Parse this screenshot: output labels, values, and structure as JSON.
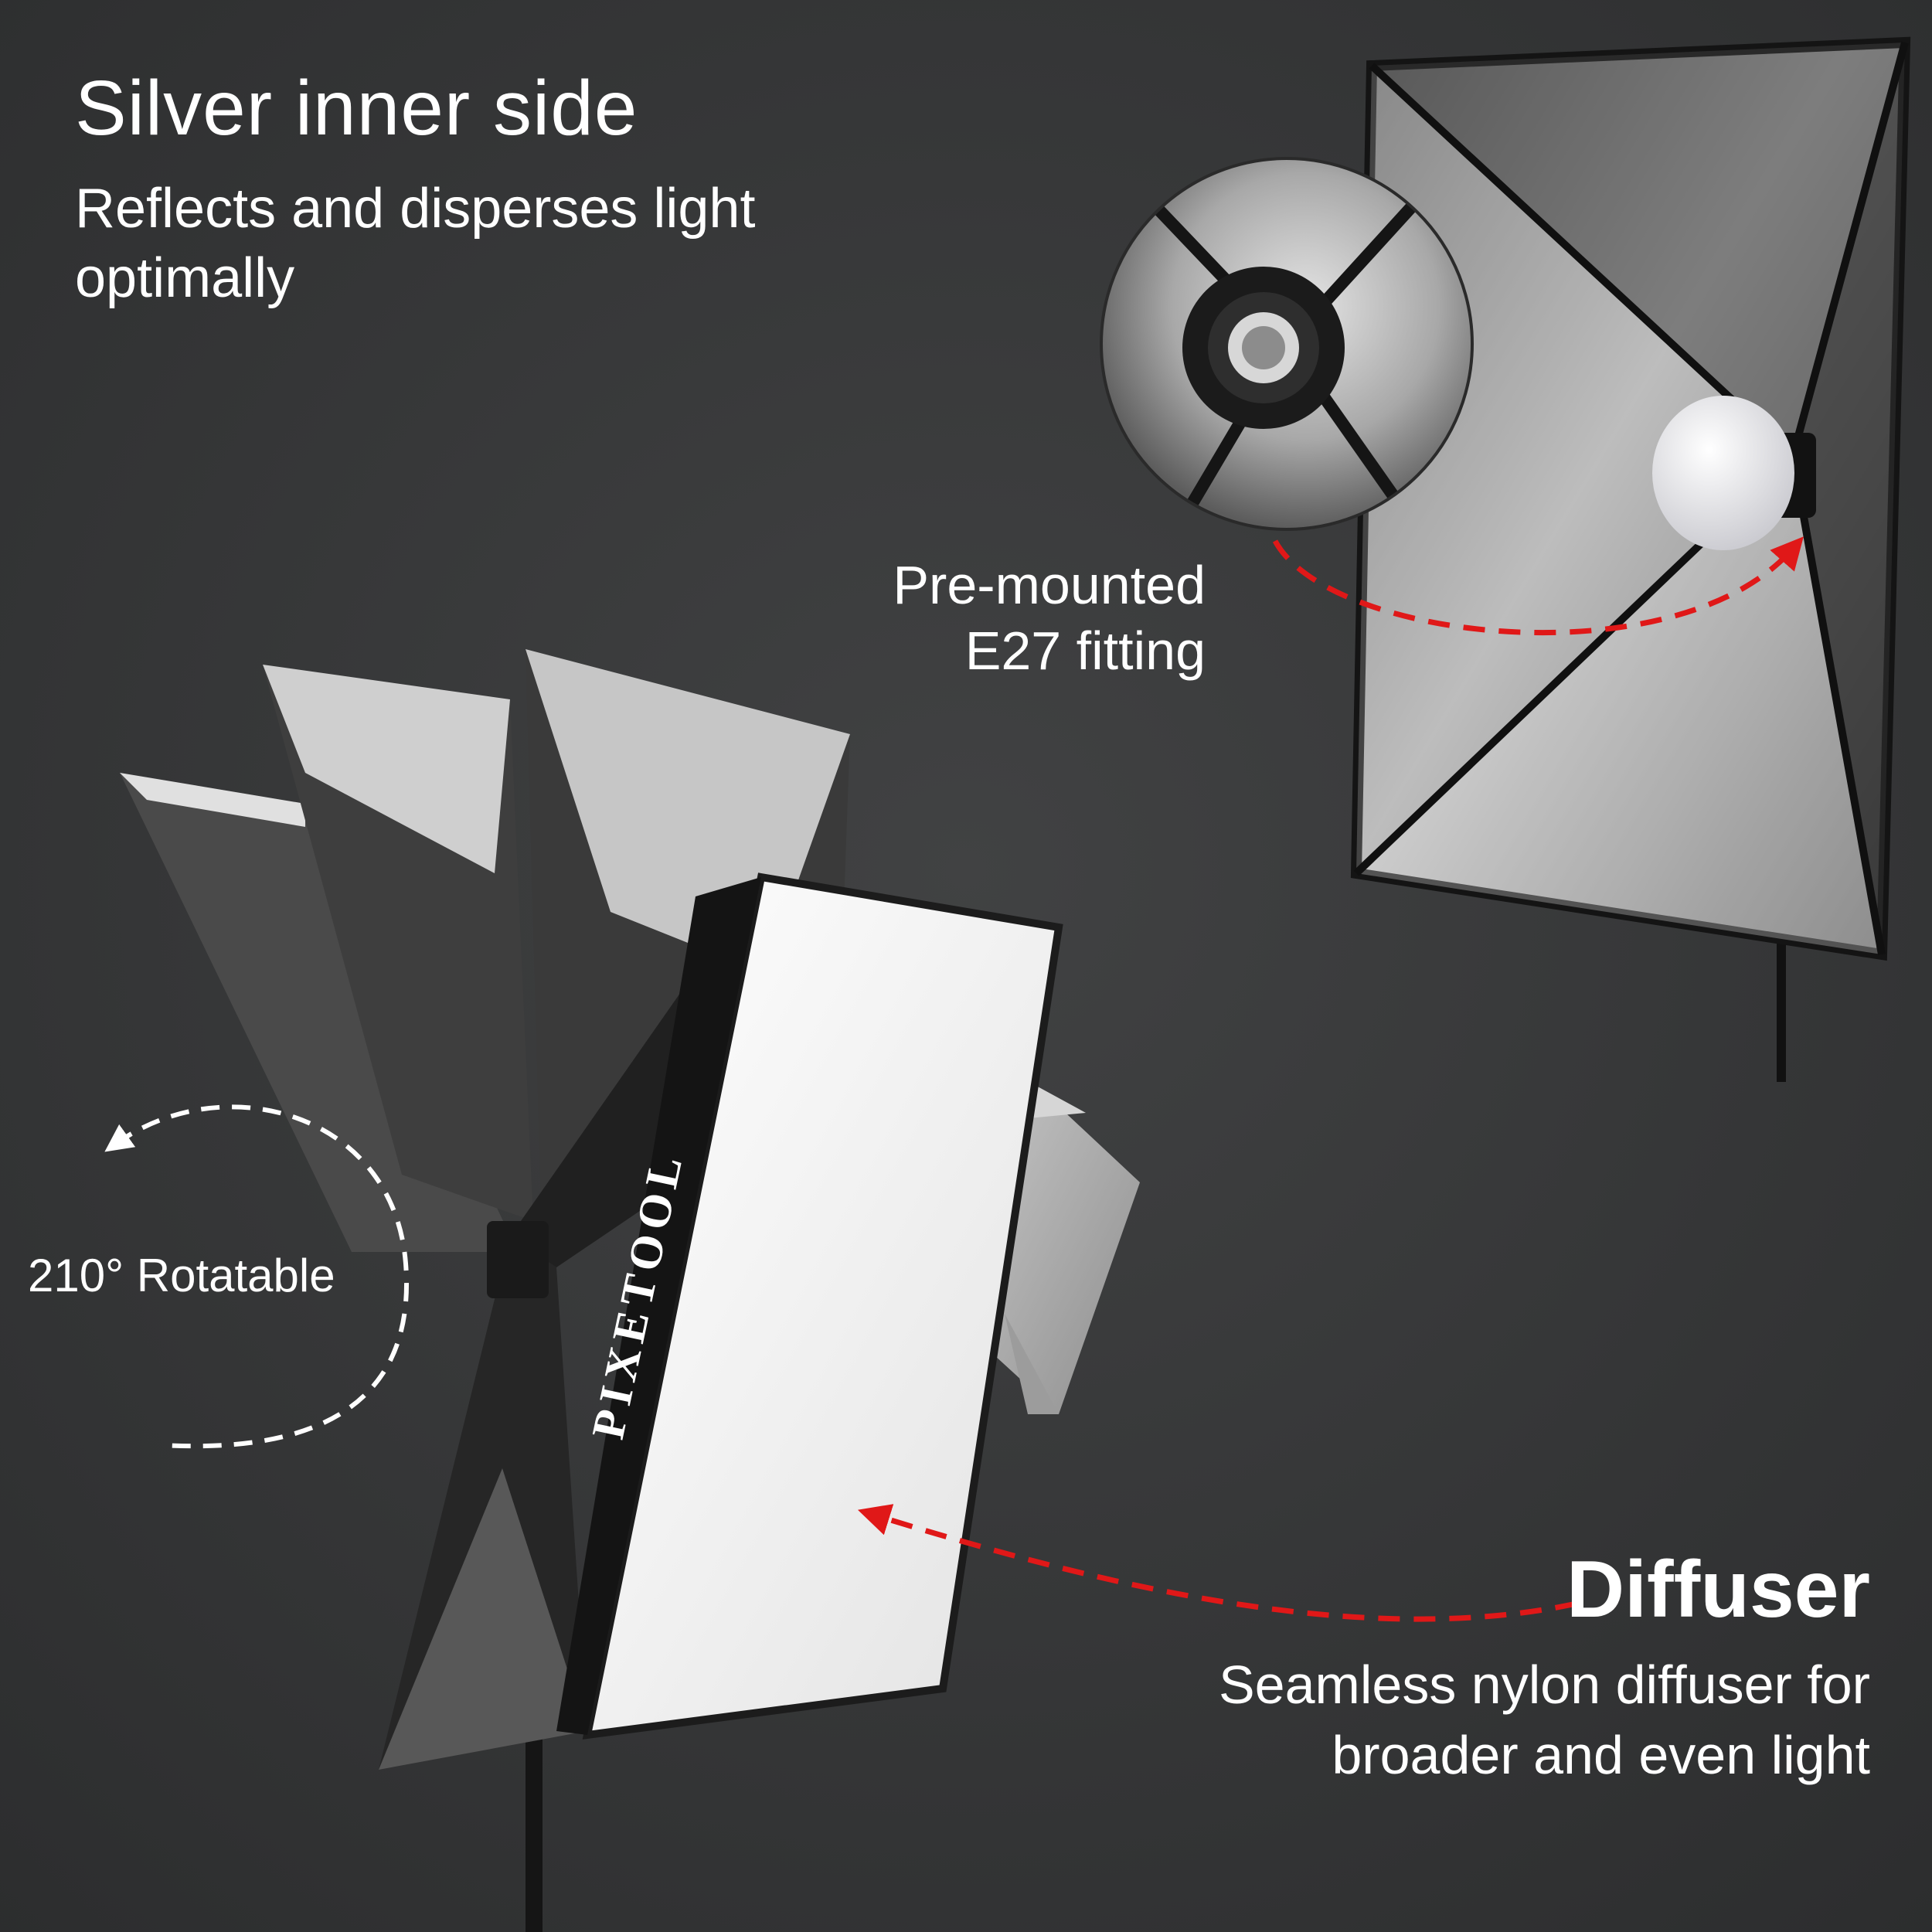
{
  "colors": {
    "background": "#38393a",
    "accent_arrow": "#e01818",
    "text": "#ffffff",
    "silver": "#b8b8b8",
    "diffuser": "#f3f3f3",
    "frame": "#151515"
  },
  "brand": {
    "logo_text": "PIXETOOL"
  },
  "features": {
    "silver_inner": {
      "title": "Silver inner side",
      "description": "Reflects and disperses light optimally"
    },
    "e27": {
      "line1": "Pre-mounted",
      "line2": "E27 fitting"
    },
    "rotation": {
      "label": "210° Rotatable"
    },
    "diffuser": {
      "title": "Diffuser",
      "description": "Seamless nylon diffuser for broader and even light"
    }
  }
}
